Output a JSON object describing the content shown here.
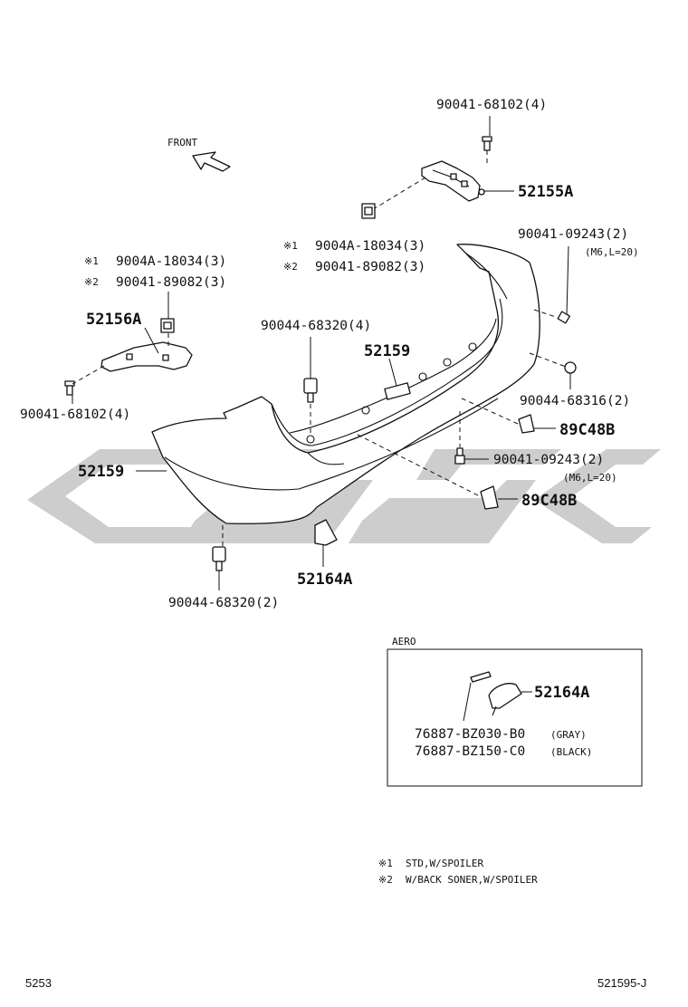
{
  "front_label": "FRONT",
  "labels": {
    "p_90041_68102_top": "90041-68102(4)",
    "p_52155A": "52155A",
    "p_90041_09243_r1": "90041-09243(2)",
    "p_m6_l20_r1": "(M6,L=20)",
    "mark1_mid": "※1",
    "p_9004A_18034_mid": "9004A-18034(3)",
    "mark2_mid": "※2",
    "p_90041_89082_mid": "90041-89082(3)",
    "mark1_left": "※1",
    "p_9004A_18034_left": "9004A-18034(3)",
    "mark2_left": "※2",
    "p_90041_89082_left": "90041-89082(3)",
    "p_52156A": "52156A",
    "p_90044_68320_4": "90044-68320(4)",
    "p_52159_top": "52159",
    "p_90041_68102_left": "90041-68102(4)",
    "p_90044_68316": "90044-68316(2)",
    "p_89C48B_1": "89C48B",
    "p_90041_09243_r2": "90041-09243(2)",
    "p_m6_l20_r2": "(M6,L=20)",
    "p_52159_left": "52159",
    "p_89C48B_2": "89C48B",
    "p_52164A_main": "52164A",
    "p_90044_68320_2": "90044-68320(2)"
  },
  "aero": {
    "title": "AERO",
    "part": "52164A",
    "gray_part": "76887-BZ030-B0",
    "gray_note": "(GRAY)",
    "black_part": "76887-BZ150-C0",
    "black_note": "(BLACK)"
  },
  "notes": {
    "n1_mark": "※1",
    "n1_text": "STD,W/SPOILER",
    "n2_mark": "※2",
    "n2_text": "W/BACK SONER,W/SPOILER"
  },
  "footer": {
    "page_number": "5253",
    "figure_code": "521595-J"
  }
}
